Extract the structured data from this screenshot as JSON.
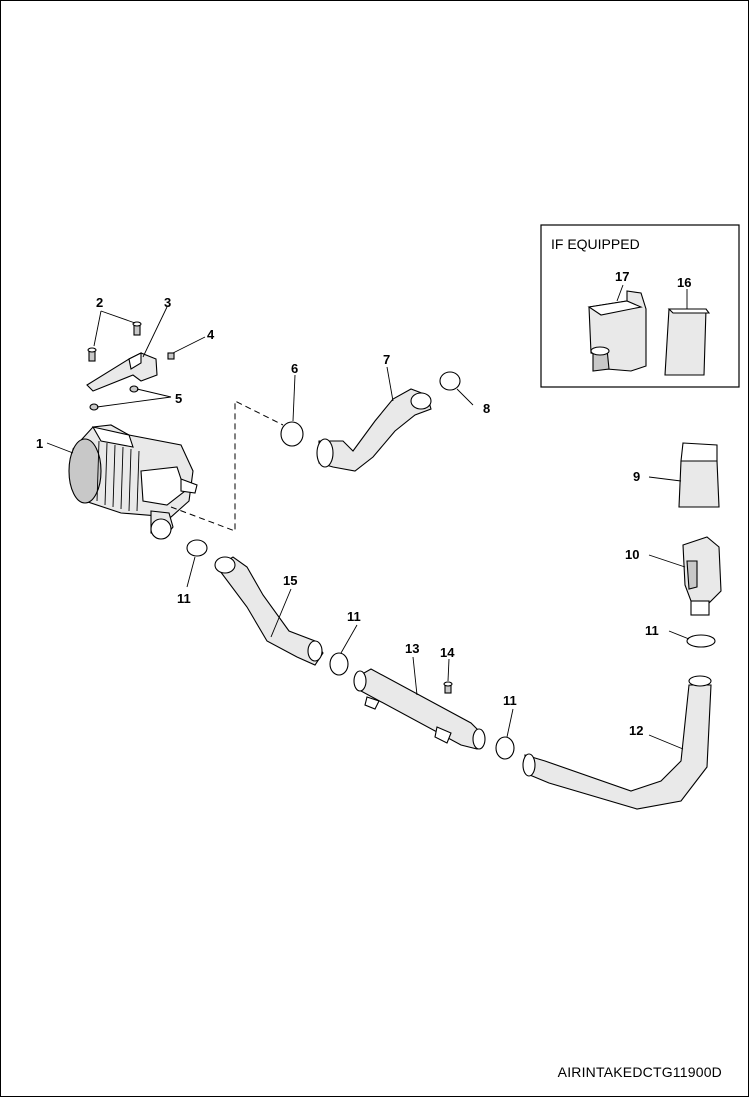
{
  "diagram": {
    "optional_box_title": "IF EQUIPPED",
    "drawing_code": "AIRINTAKEDCTG11900D",
    "callouts": {
      "c1": "1",
      "c2": "2",
      "c3": "3",
      "c4": "4",
      "c5": "5",
      "c6": "6",
      "c7": "7",
      "c8": "8",
      "c9": "9",
      "c10": "10",
      "c11a": "11",
      "c11b": "11",
      "c11c": "11",
      "c11d": "11",
      "c12": "12",
      "c13": "13",
      "c14": "14",
      "c15": "15",
      "c16": "16",
      "c17": "17"
    }
  }
}
